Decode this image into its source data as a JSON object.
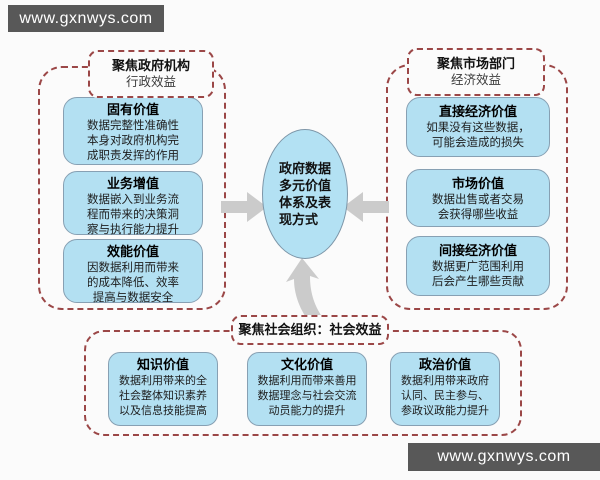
{
  "watermarks": {
    "top_left": "www.gxnwys.com",
    "bottom_right": "www.gxnwys.com"
  },
  "center": {
    "lines": [
      "政府数据",
      "多元价值",
      "体系及表",
      "现方式"
    ]
  },
  "groups": {
    "government": {
      "header_title": "聚焦政府机构",
      "header_subtitle": "行政效益",
      "boxes": [
        {
          "title": "固有价值",
          "lines": [
            "数据完整性准确性",
            "本身对政府机构完",
            "成职责发挥的作用"
          ]
        },
        {
          "title": "业务增值",
          "lines": [
            "数据嵌入到业务流",
            "程而带来的决策洞",
            "察与执行能力提升"
          ]
        },
        {
          "title": "效能价值",
          "lines": [
            "因数据利用而带来",
            "的成本降低、效率",
            "提高与数据安全"
          ]
        }
      ]
    },
    "market": {
      "header_title": "聚焦市场部门",
      "header_subtitle": "经济效益",
      "boxes": [
        {
          "title": "直接经济价值",
          "lines": [
            "如果没有这些数据，",
            "可能会造成的损失"
          ]
        },
        {
          "title": "市场价值",
          "lines": [
            "数据出售或者交易",
            "会获得哪些收益"
          ]
        },
        {
          "title": "间接经济价值",
          "lines": [
            "数据更广范围利用",
            "后会产生哪些贡献"
          ]
        }
      ]
    },
    "society": {
      "header_title": "聚焦社会组织：社会效益",
      "boxes": [
        {
          "title": "知识价值",
          "lines": [
            "数据利用带来的全",
            "社会整体知识素养",
            "以及信息技能提高"
          ]
        },
        {
          "title": "文化价值",
          "lines": [
            "数据利用而带来善用",
            "数据理念与社会交流",
            "动员能力的提升"
          ]
        },
        {
          "title": "政治价值",
          "lines": [
            "数据利用带来政府",
            "认同、民主参与、",
            "参政议政能力提升"
          ]
        }
      ]
    }
  },
  "icons": {
    "arrow_right": "arrow-right-icon",
    "arrow_left": "arrow-left-icon",
    "arrow_up": "arrow-up-curved-icon"
  },
  "colors": {
    "dashed_border": "#9b4747",
    "box_fill": "#b3e0f2",
    "box_border": "#87a0b3",
    "ellipse_fill": "#b3e1f3",
    "arrow": "#cbcbcb",
    "watermark_bg": "#585858",
    "watermark_text": "#ffffff",
    "background": "#fbfbfb"
  }
}
